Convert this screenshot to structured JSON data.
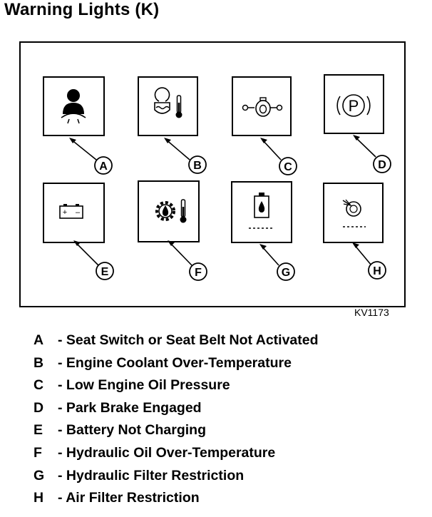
{
  "title": "Warning Lights (K)",
  "figure_id": "KV1173",
  "callouts": [
    "A",
    "B",
    "C",
    "D",
    "E",
    "F",
    "G",
    "H"
  ],
  "icons": {
    "A": "seat-belt-icon",
    "B": "engine-coolant-temperature-icon",
    "C": "oil-pressure-icon",
    "D": "park-brake-icon",
    "E": "battery-icon",
    "F": "hydraulic-oil-temperature-icon",
    "G": "hydraulic-filter-icon",
    "H": "air-filter-icon"
  },
  "legend": [
    {
      "key": "A",
      "text": "- Seat Switch or Seat Belt Not Activated"
    },
    {
      "key": "B",
      "text": "- Engine Coolant Over-Temperature"
    },
    {
      "key": "C",
      "text": "- Low Engine Oil Pressure"
    },
    {
      "key": "D",
      "text": "- Park Brake Engaged"
    },
    {
      "key": "E",
      "text": "- Battery Not Charging"
    },
    {
      "key": "F",
      "text": "- Hydraulic Oil Over-Temperature"
    },
    {
      "key": "G",
      "text": "- Hydraulic Filter Restriction"
    },
    {
      "key": "H",
      "text": "- Air Filter Restriction"
    }
  ]
}
